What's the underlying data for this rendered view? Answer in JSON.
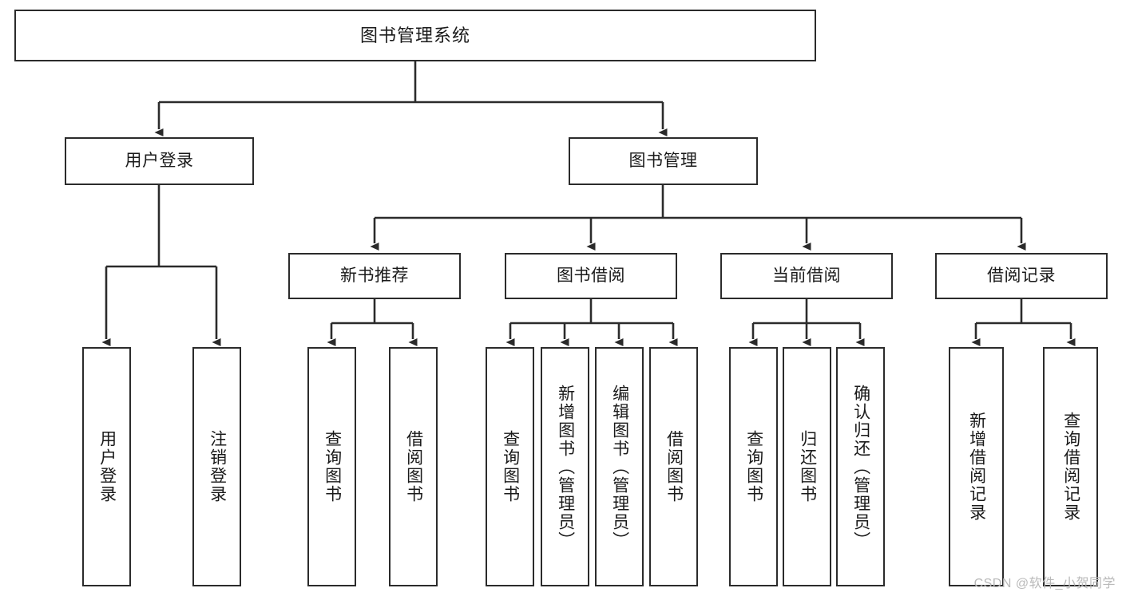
{
  "diagram": {
    "type": "tree",
    "title": "图书管理系统",
    "root": {
      "label": "图书管理系统"
    },
    "level2": [
      {
        "label": "用户登录"
      },
      {
        "label": "图书管理"
      }
    ],
    "level3": [
      {
        "label": "新书推荐"
      },
      {
        "label": "图书借阅"
      },
      {
        "label": "当前借阅"
      },
      {
        "label": "借阅记录"
      }
    ],
    "leaves": {
      "user_login": [
        {
          "label": "用户登录"
        },
        {
          "label": "注销登录"
        }
      ],
      "new_book": [
        {
          "label": "查询图书"
        },
        {
          "label": "借阅图书"
        }
      ],
      "book_borrow": [
        {
          "label": "查询图书"
        },
        {
          "label": "新增图书（管理员）"
        },
        {
          "label": "编辑图书（管理员）"
        },
        {
          "label": "借阅图书"
        }
      ],
      "current_borrow": [
        {
          "label": "查询图书"
        },
        {
          "label": "归还图书"
        },
        {
          "label": "确认归还（管理员）"
        }
      ],
      "borrow_record": [
        {
          "label": "新增借阅记录"
        },
        {
          "label": "查询借阅记录"
        }
      ]
    }
  },
  "watermark": {
    "text": "CSDN @软件_小贺同学"
  },
  "colors": {
    "stroke": "#2b2b2b",
    "fill": "#ffffff",
    "text": "#1a1a1a",
    "watermark": "#b9b9b9"
  }
}
